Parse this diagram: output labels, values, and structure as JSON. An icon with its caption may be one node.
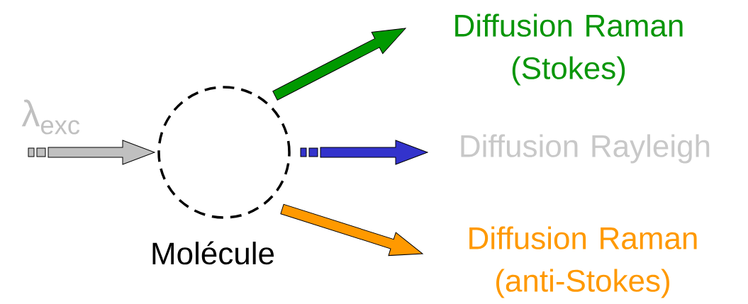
{
  "diagram": {
    "nodes": [
      {
        "text": [],
        "shape": "circle",
        "beside": [
          "Molécule"
        ]
      },
      {
        "text": [
          "Diffusion Raman (Stokes)"
        ]
      },
      {
        "text": [
          "Diffusion Rayleigh"
        ]
      },
      {
        "text": [
          "Diffusion Raman (anti-Stokes)"
        ]
      }
    ],
    "edges": [
      {
        "from": null,
        "to": 0,
        "arrow": "to",
        "label": "λ$_{exc}$",
        "color": "#c0c0c0"
      },
      {
        "from": 0,
        "to": 1,
        "arrow": "to",
        "color": "#009900"
      },
      {
        "from": 0,
        "to": 2,
        "arrow": "to",
        "color": "#3333cc"
      },
      {
        "from": 0,
        "to": 3,
        "arrow": "to",
        "color": "#ff9900"
      }
    ]
  }
}
